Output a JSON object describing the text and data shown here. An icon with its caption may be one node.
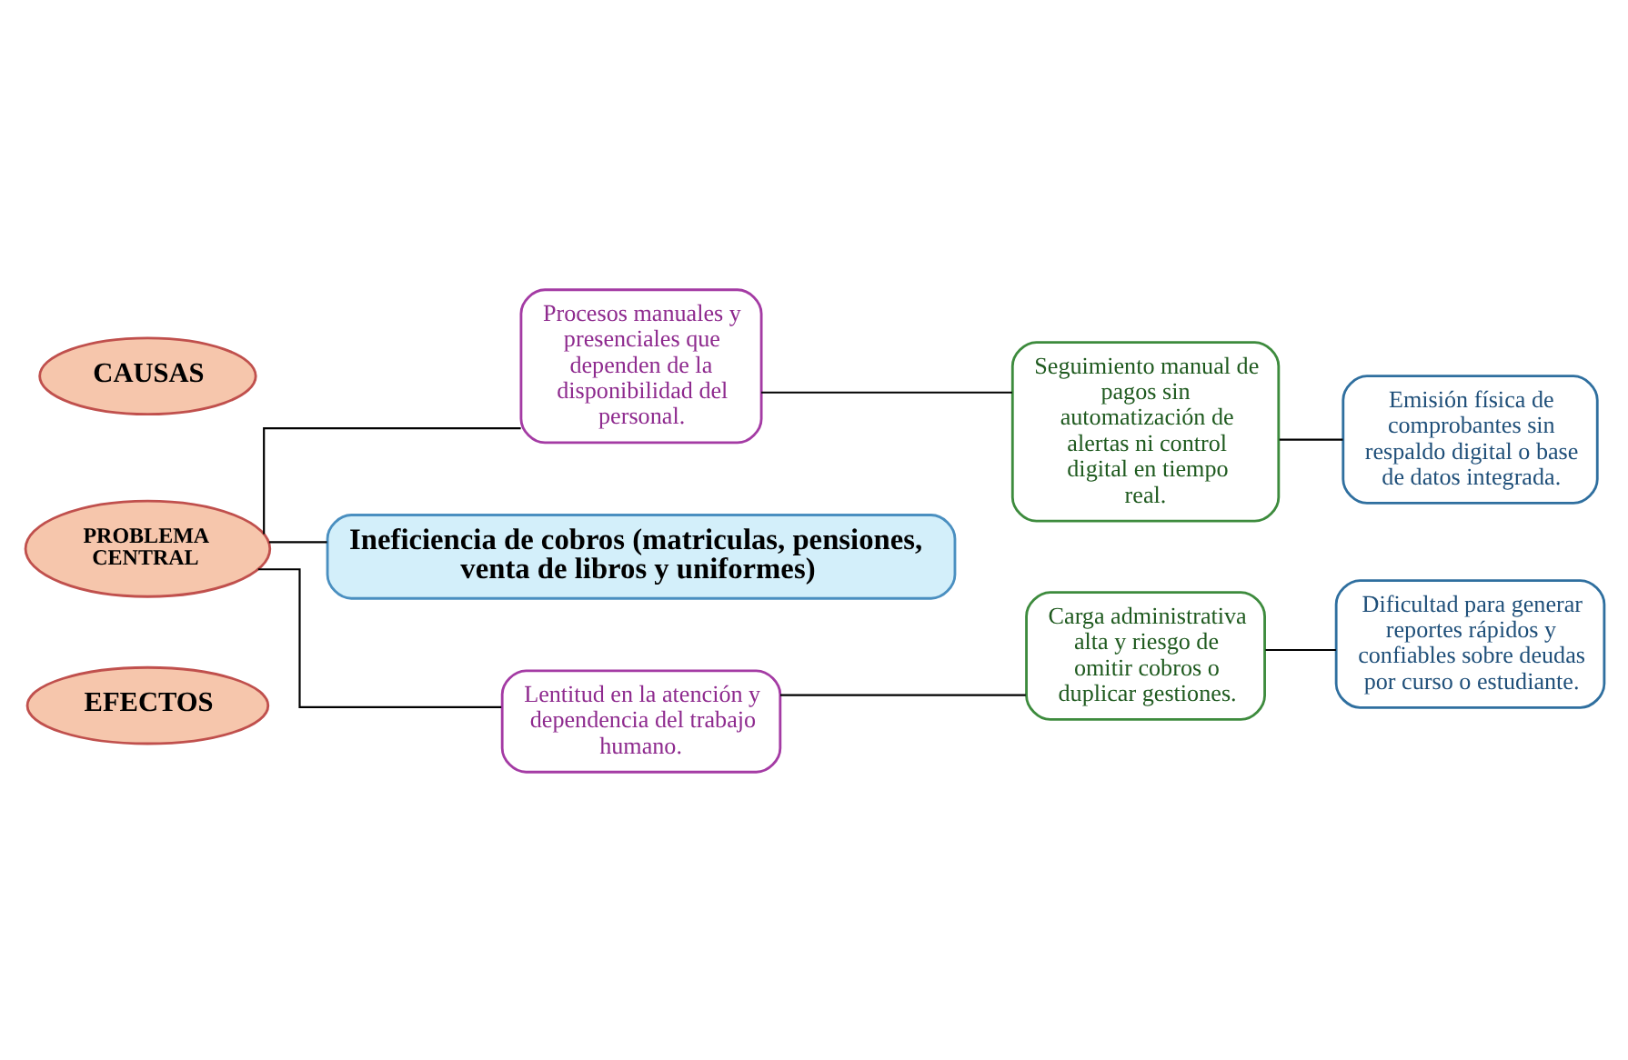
{
  "diagram": {
    "nodes": [
      {
        "text": [
          "CAUSAS"
        ]
      },
      {
        "text": [
          "Procesos manuales y presenciales que dependen de la disponibilidad del personal."
        ]
      },
      {
        "text": [
          "Seguimiento manual de pagos sin automatización de alertas ni control digital en tiempo real."
        ]
      },
      {
        "text": [
          "Emisión física de comprobantes sin respaldo digital o base de datos integrada."
        ]
      },
      {
        "text": [
          "PROBLEMA CENTRAL"
        ]
      },
      {
        "text": [
          "Ineficiencia de cobros (matriculas, pensiones, venta de libros y uniformes)"
        ]
      },
      {
        "text": [
          "Lentitud en la atención y dependencia del trabajo humano."
        ]
      },
      {
        "text": [
          "Carga administrativa alta y riesgo de omitir cobros o duplicar gestiones."
        ]
      },
      {
        "text": [
          "Dificultad para generar reportes rápidos y confiables sobre deudas por curso o estudiante."
        ]
      },
      {
        "text": [
          "EFECTOS"
        ]
      }
    ],
    "edges": [
      {
        "from": 4,
        "to": 1,
        "arrow": "none"
      },
      {
        "from": 4,
        "to": 5,
        "arrow": "none"
      },
      {
        "from": 4,
        "to": 6,
        "arrow": "none"
      },
      {
        "from": 1,
        "to": 2,
        "arrow": "none"
      },
      {
        "from": 2,
        "to": 3,
        "arrow": "none"
      },
      {
        "from": 6,
        "to": 7,
        "arrow": "none"
      },
      {
        "from": 7,
        "to": 8,
        "arrow": "none"
      }
    ]
  }
}
